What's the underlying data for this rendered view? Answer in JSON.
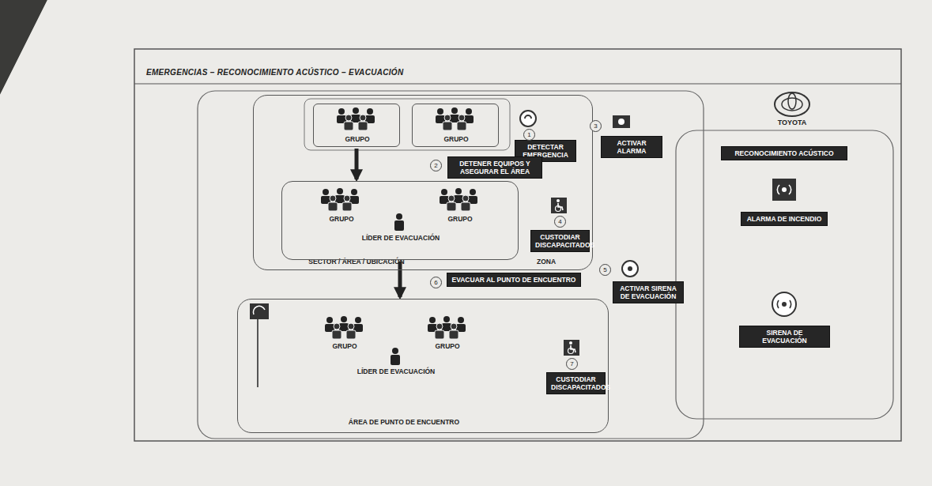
{
  "diagram": {
    "title": "EMERGENCIAS – RECONOCIMIENTO ACÚSTICO – EVACUACIÓN",
    "nodes": [
      {
        "text": [
          "SECTOR / ÁREA / UBICACIÓN",
          "ZONA"
        ]
      },
      {
        "text": [
          "GRUPO"
        ],
        "in": 0
      },
      {
        "text": [
          "GRUPO"
        ],
        "in": 0
      },
      {
        "text": [
          "GRUPO",
          "GRUPO",
          "LÍDER DE EVACUACIÓN"
        ],
        "in": 0
      },
      {
        "text": [
          "GRUPO",
          "GRUPO",
          "LÍDER DE EVACUACIÓN",
          "ÁREA DE PUNTO DE ENCUENTRO"
        ]
      },
      {
        "text": [
          "DETECTAR EMERGENCIA"
        ],
        "in": 0
      },
      {
        "text": [
          "ACTIVAR ALARMA"
        ]
      },
      {
        "text": [
          "DETENER EQUIPOS Y ASEGURAR EL ÁREA"
        ],
        "in": 0
      },
      {
        "text": [
          "CUSTODIAR DISCAPACITADOS"
        ],
        "in": 0
      },
      {
        "text": [
          "ACTIVAR SIRENA DE EVACUACIÓN"
        ]
      },
      {
        "text": [
          "EVACUAR AL PUNTO DE ENCUENTRO"
        ]
      },
      {
        "text": [
          "CUSTODIAR DISCAPACITADOS"
        ],
        "in": 4
      },
      {
        "text": [
          "RECONOCIMIENTO ACÚSTICO"
        ]
      },
      {
        "text": [
          "ALARMA DE INCENDIO"
        ]
      },
      {
        "text": [
          "SIRENA DE EVACUACIÓN"
        ]
      }
    ],
    "edges": [
      {
        "from": 1,
        "to": 3,
        "arrow": "to"
      },
      {
        "from": 3,
        "to": 4,
        "arrow": "to"
      }
    ],
    "labels": [
      "TOYOTA",
      "1",
      "3",
      "2",
      "4",
      "5",
      "6",
      "7"
    ]
  }
}
